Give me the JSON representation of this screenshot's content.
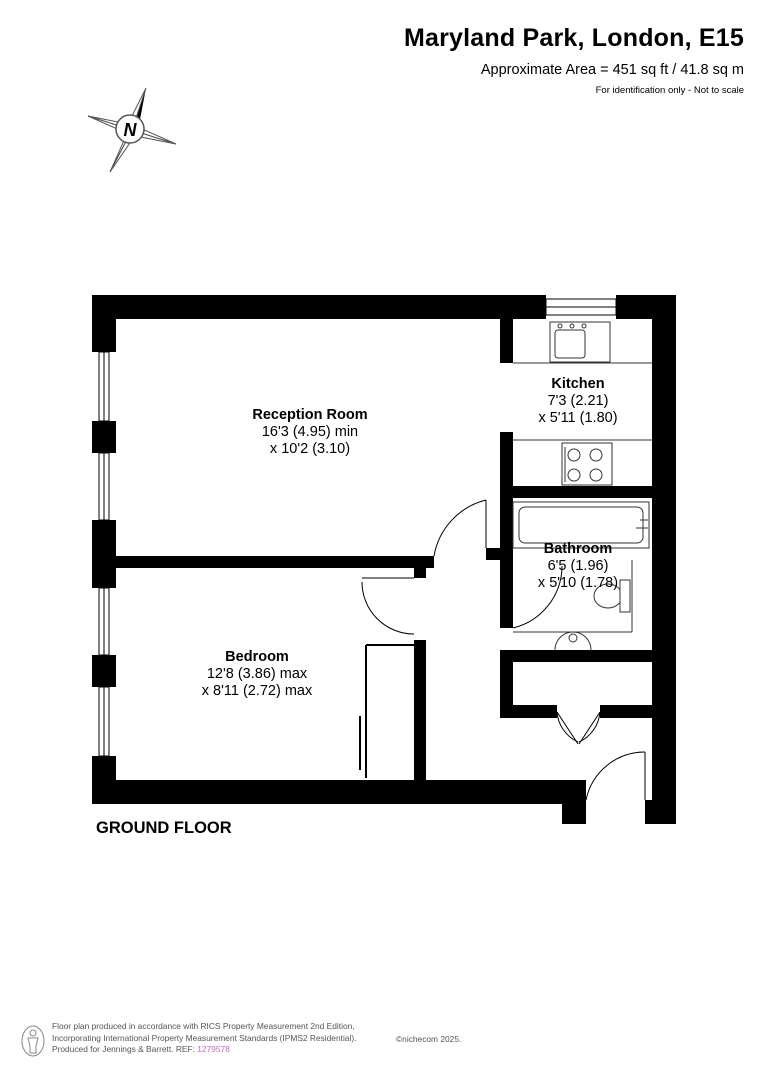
{
  "header": {
    "title": "Maryland Park, London, E15",
    "area": "Approximate Area = 451 sq ft / 41.8 sq m",
    "note": "For identification only - Not to scale"
  },
  "compass": {
    "label": "N",
    "icon": "compass-north-icon"
  },
  "rooms": {
    "reception": {
      "name": "Reception Room",
      "line1": "16'3 (4.95) min",
      "line2": "x 10'2 (3.10)"
    },
    "kitchen": {
      "name": "Kitchen",
      "line1": "7'3 (2.21)",
      "line2": "x 5'11 (1.80)"
    },
    "bathroom": {
      "name": "Bathroom",
      "line1": "6'5 (1.96)",
      "line2": "x 5'10 (1.78)"
    },
    "bedroom": {
      "name": "Bedroom",
      "line1": "12'8 (3.86) max",
      "line2": "x 8'11 (2.72) max"
    }
  },
  "floor_label": "GROUND FLOOR",
  "footer": {
    "line1": "Floor plan produced in accordance with RICS Property Measurement 2nd Edition,",
    "line2": "Incorporating International Property Measurement Standards (IPMS2 Residential).",
    "logo": "©nichecom 2025.",
    "line3_prefix": "Produced for Jennings & Barrett.   REF:",
    "ref": "1279578"
  },
  "colors": {
    "wall": "#000000",
    "fixture": "#333333",
    "ref": "#c46cc6"
  }
}
